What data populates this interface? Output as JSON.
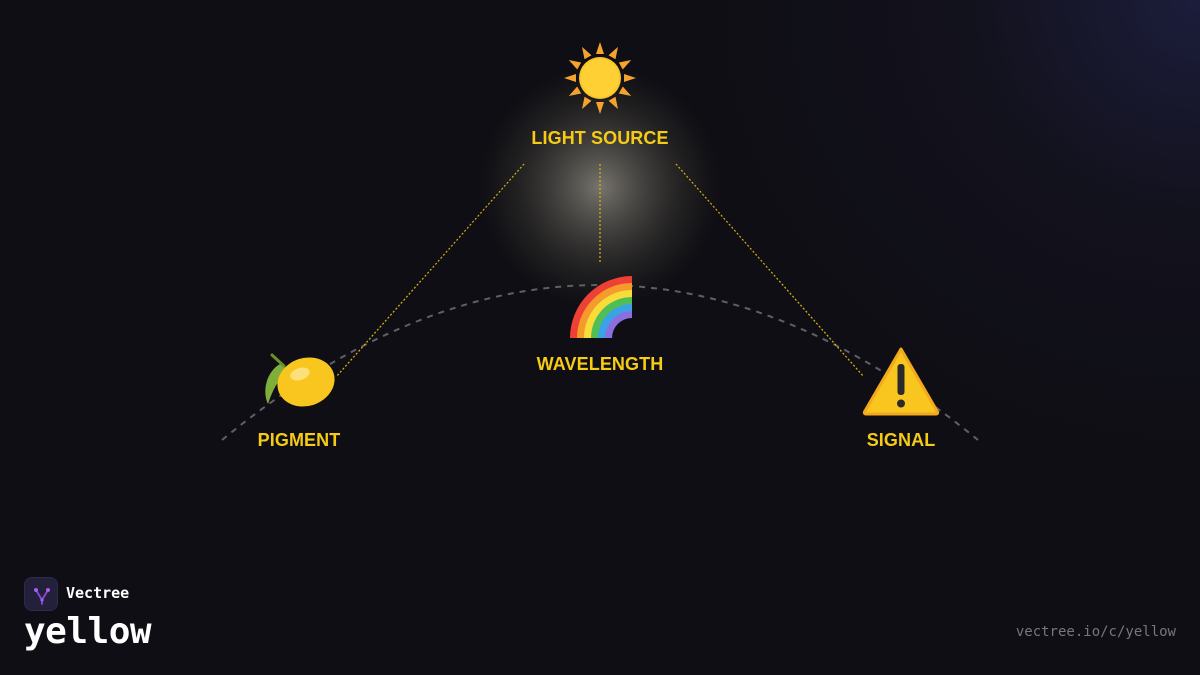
{
  "colors": {
    "background": "#0f0e14",
    "accent": "#f5cb16",
    "arc": "#6b6b72",
    "glow": "#f7e9b0"
  },
  "diagram": {
    "nodes": [
      {
        "id": "light-source",
        "label": "LIGHT SOURCE",
        "icon": "sun-icon"
      },
      {
        "id": "wavelength",
        "label": "WAVELENGTH",
        "icon": "rainbow-icon"
      },
      {
        "id": "pigment",
        "label": "PIGMENT",
        "icon": "lemon-icon"
      },
      {
        "id": "signal",
        "label": "SIGNAL",
        "icon": "warning-icon"
      }
    ],
    "edges": [
      {
        "from": "light-source",
        "to": "pigment"
      },
      {
        "from": "light-source",
        "to": "wavelength"
      },
      {
        "from": "light-source",
        "to": "signal"
      }
    ]
  },
  "brand": {
    "name": "Vectree",
    "topic": "yellow",
    "logo_icon": "vectree-logo-icon"
  },
  "footer": {
    "url": "vectree.io/c/yellow"
  }
}
